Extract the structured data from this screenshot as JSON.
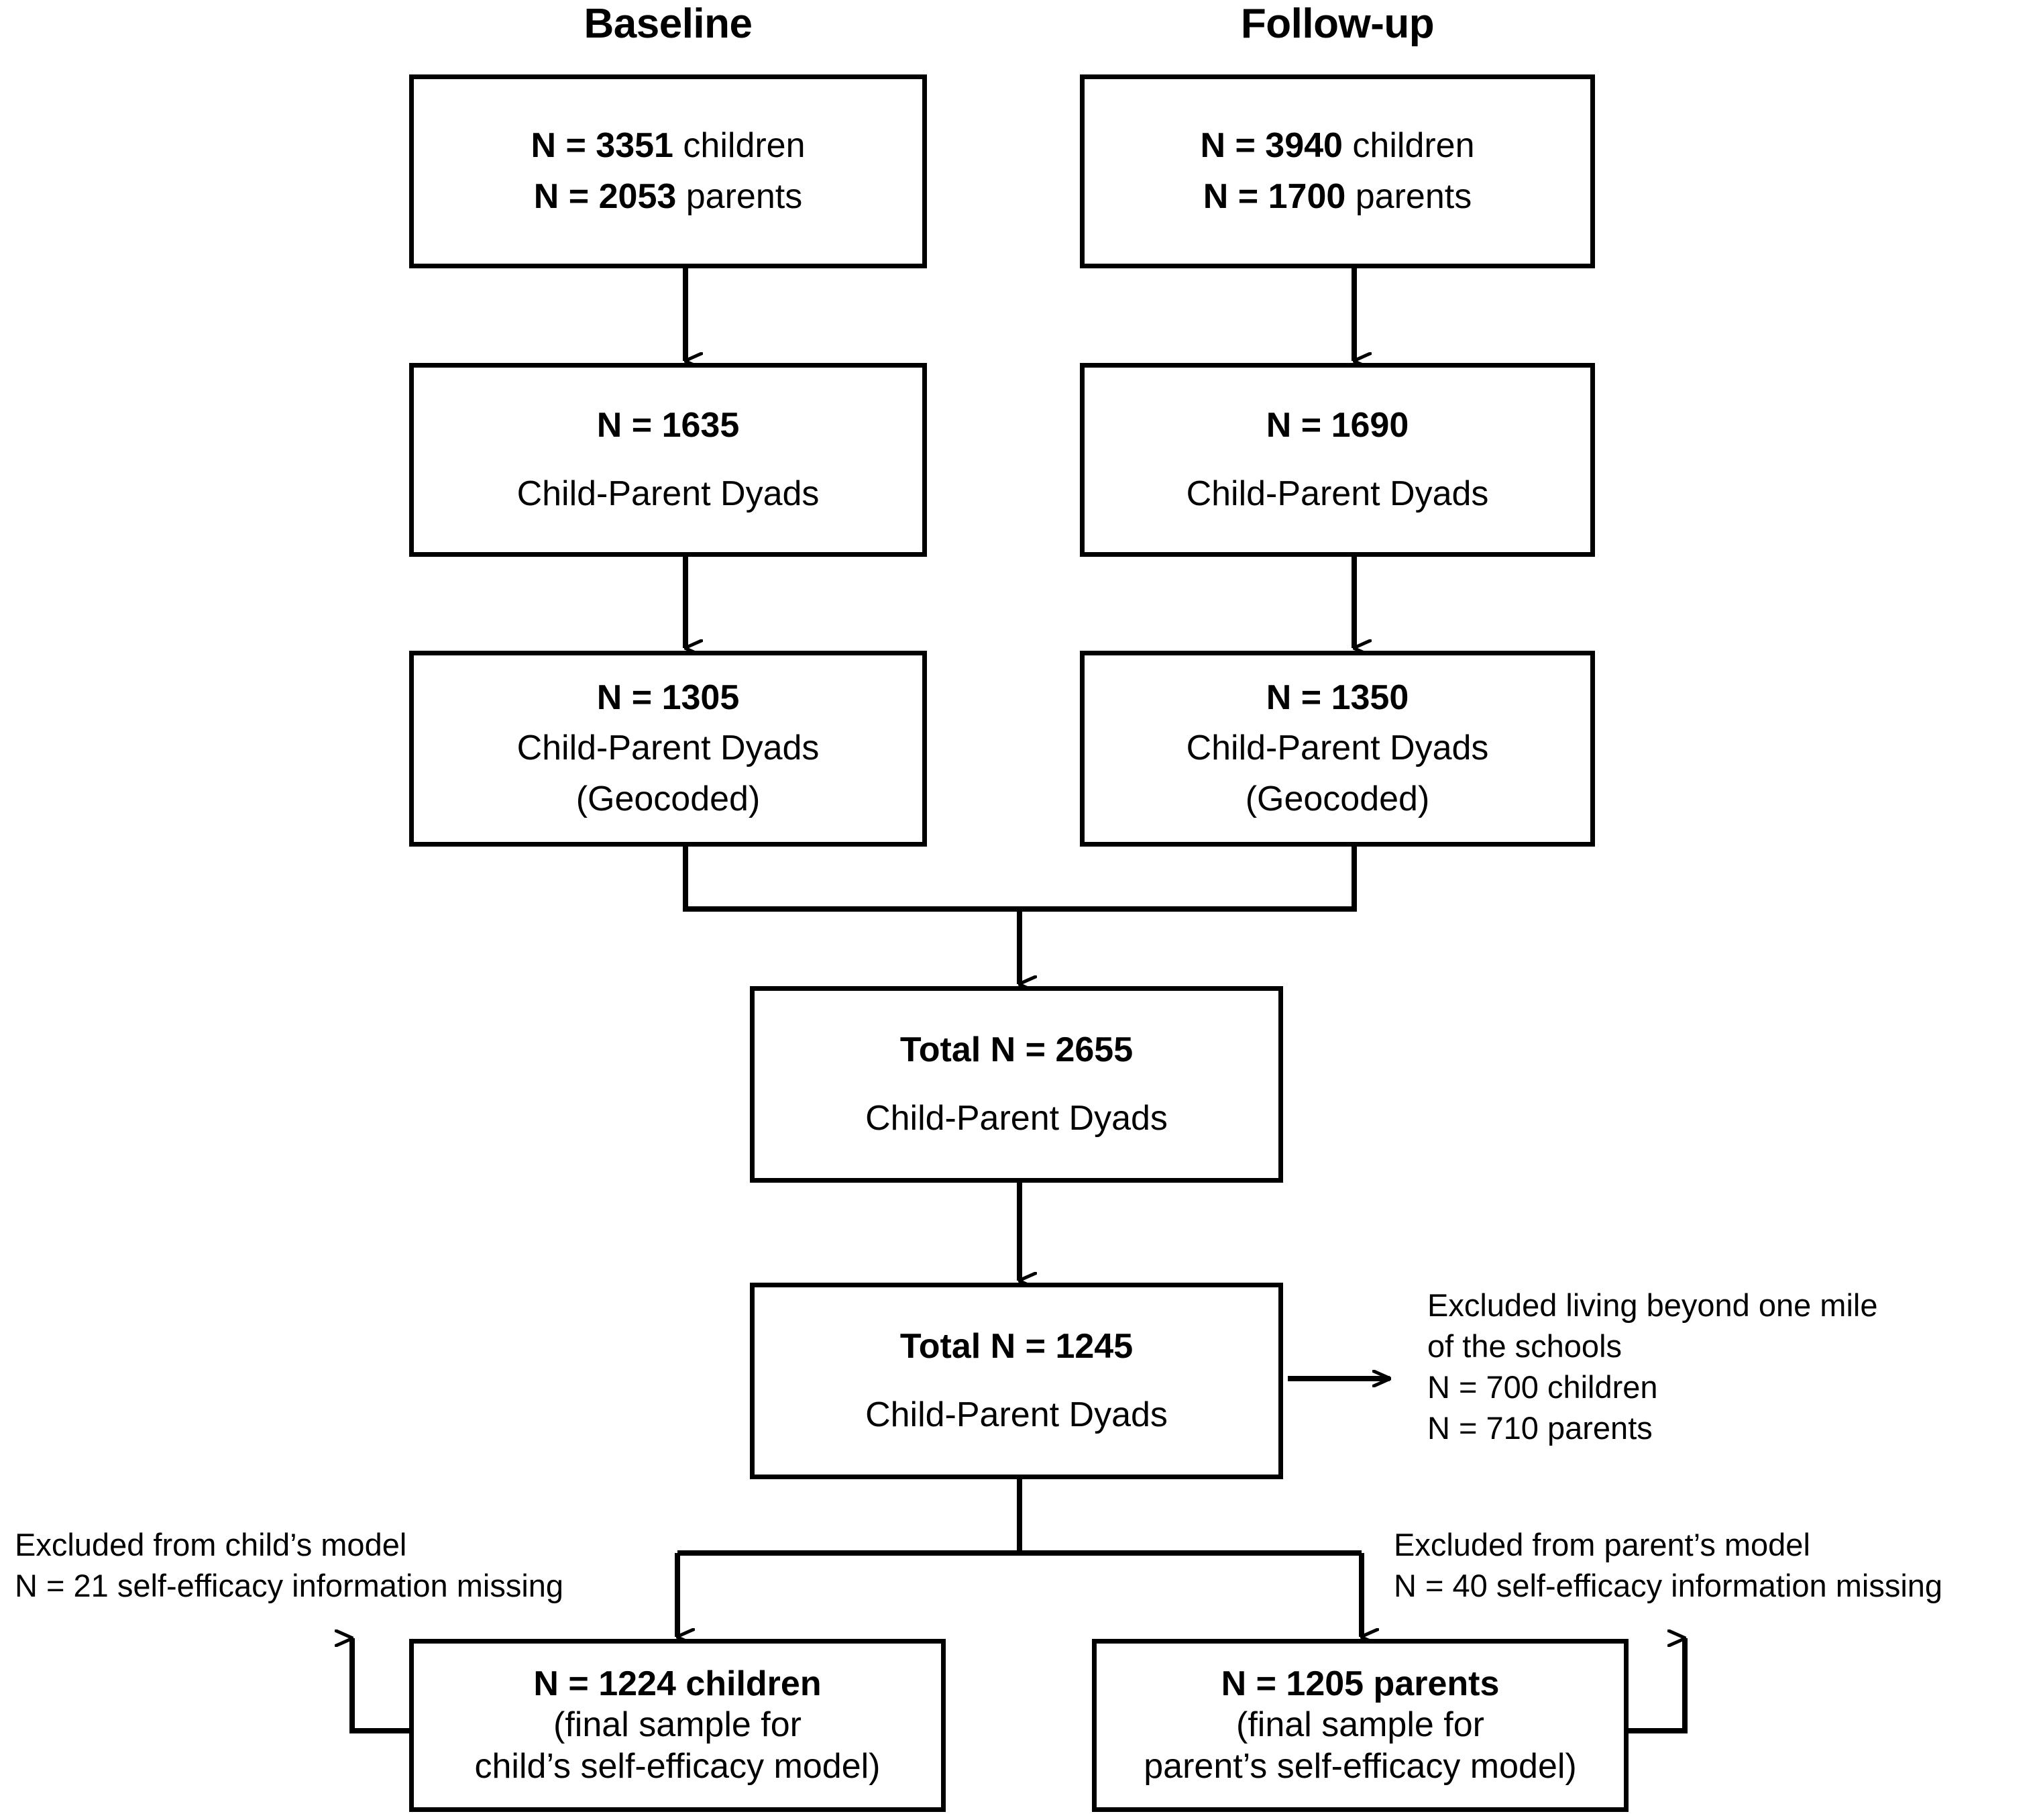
{
  "figure": {
    "type": "participant-flow-diagram",
    "columns": [
      {
        "id": "baseline",
        "label": "Baseline"
      },
      {
        "id": "followup",
        "label": "Follow-up"
      }
    ],
    "nodes": {
      "baseline_enrolled": {
        "line1_bold": "N = 3351",
        "line1_rest": " children",
        "line2_bold": "N = 2053",
        "line2_rest": " parents"
      },
      "followup_enrolled": {
        "line1_bold": "N = 3940",
        "line1_rest": " children",
        "line2_bold": "N = 1700",
        "line2_rest": " parents"
      },
      "baseline_dyads": {
        "line1": "N = 1635",
        "line2": "Child-Parent Dyads"
      },
      "followup_dyads": {
        "line1": "N = 1690",
        "line2": "Child-Parent Dyads"
      },
      "baseline_geocoded": {
        "line1": "N = 1305",
        "line2": "Child-Parent Dyads",
        "line3": "(Geocoded)"
      },
      "followup_geocoded": {
        "line1": "N = 1350",
        "line2": "Child-Parent Dyads",
        "line3": "(Geocoded)"
      },
      "combined_total": {
        "line1": "Total N = 2655",
        "line2": "Child-Parent Dyads"
      },
      "within_one_mile": {
        "line1": "Total N = 1245",
        "line2": "Child-Parent Dyads"
      },
      "child_final": {
        "line1": "N = 1224 children",
        "line2": "(final sample for",
        "line3": "child’s self-efficacy model)"
      },
      "parent_final": {
        "line1": "N = 1205 parents",
        "line2": "(final sample for",
        "line3": "parent’s self-efficacy model)"
      }
    },
    "exclusions": {
      "distance": {
        "line1": "Excluded living beyond one mile",
        "line2": "of the schools",
        "line3": "N = 700 children",
        "line4": "N = 710 parents"
      },
      "child_model": {
        "line1": "Excluded from child’s model",
        "line2": "N = 21 self-efficacy information missing"
      },
      "parent_model": {
        "line1": "Excluded from parent’s model",
        "line2": "N = 40 self-efficacy information missing"
      }
    },
    "colors": {
      "stroke": "#000000",
      "background": "#ffffff",
      "text": "#000000"
    }
  }
}
